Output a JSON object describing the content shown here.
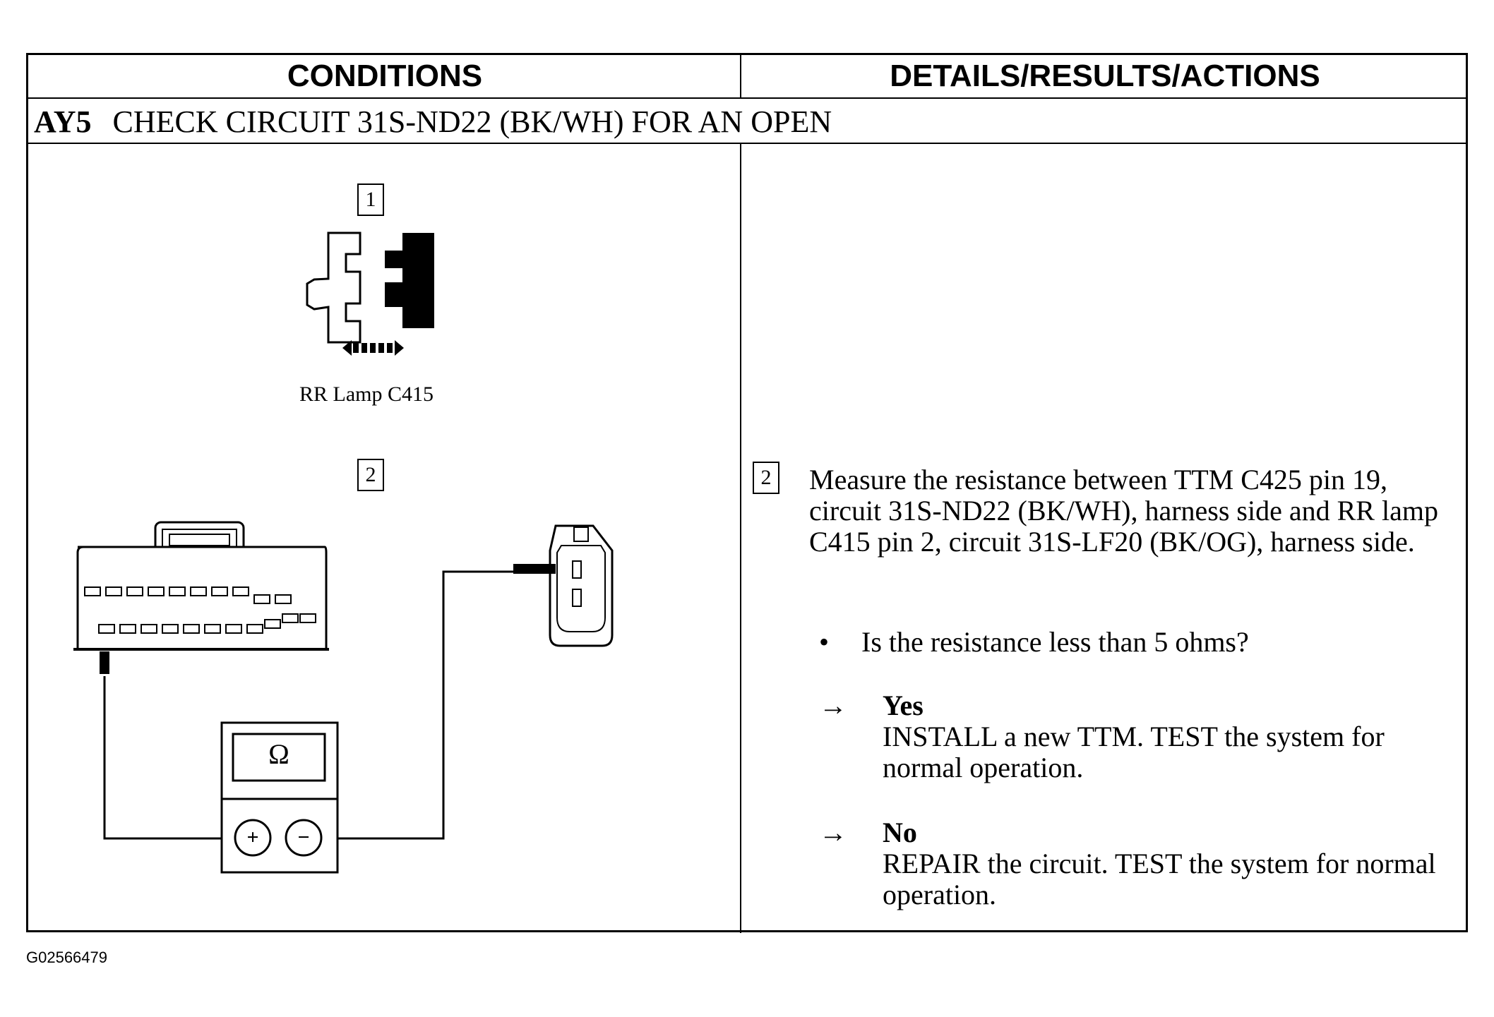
{
  "header": {
    "conditions": "CONDITIONS",
    "details": "DETAILS/RESULTS/ACTIONS"
  },
  "step": {
    "number": "AY5",
    "title": "CHECK CIRCUIT 31S-ND22 (BK/WH) FOR AN OPEN"
  },
  "conditions": {
    "figure1": {
      "box": "1",
      "caption": "RR Lamp C415"
    },
    "figure2": {
      "box": "2",
      "meter_symbol": "Ω",
      "plus": "+",
      "minus": "−"
    }
  },
  "details": {
    "box": "2",
    "measure_text": "Measure the resistance between TTM C425 pin 19, circuit 31S-ND22 (BK/WH), harness side and RR lamp C415 pin 2, circuit 31S-LF20 (BK/OG), harness side.",
    "question": "Is the resistance less than 5 ohms?",
    "bullet": "•",
    "results": [
      {
        "arrow": "→",
        "label": "Yes",
        "text": "INSTALL a new TTM. TEST the system for normal operation."
      },
      {
        "arrow": "→",
        "label": "No",
        "text": "REPAIR the circuit. TEST the system for normal operation."
      }
    ]
  },
  "figure_id": "G02566479"
}
